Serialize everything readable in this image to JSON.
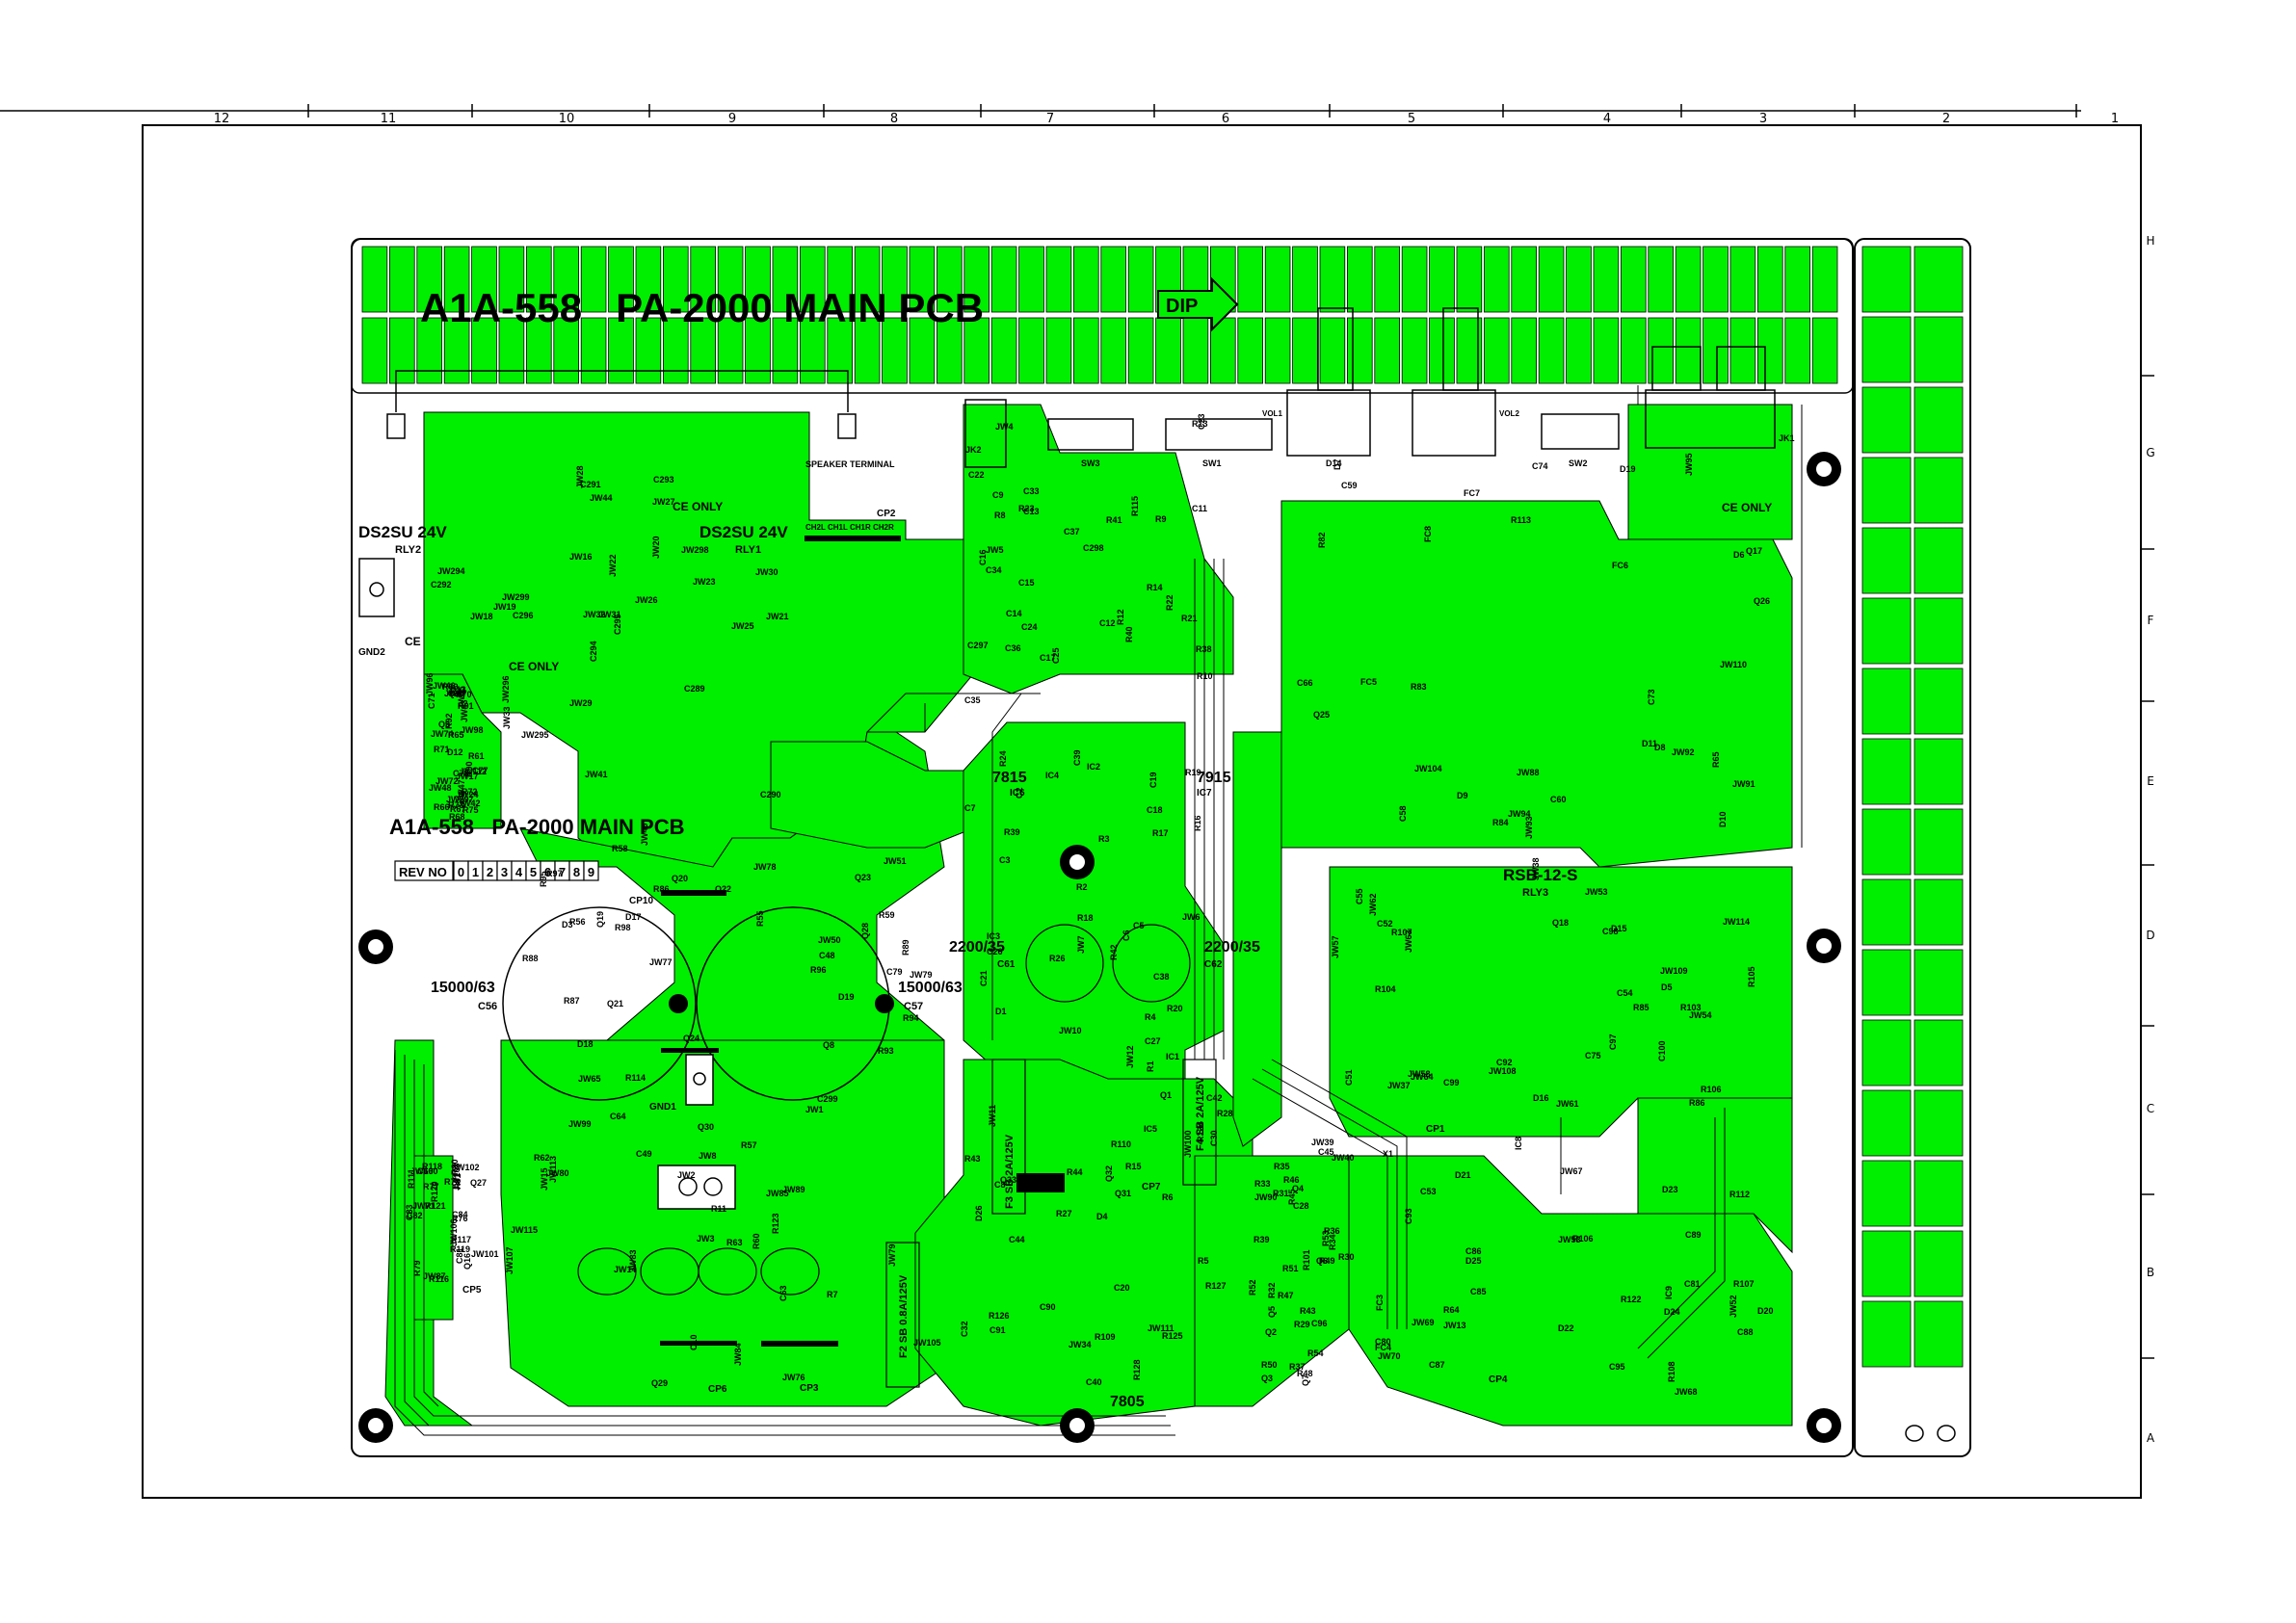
{
  "board": {
    "title_top": "A1A-558   PA-2000 MAIN PCB",
    "title_mid": "A1A-558   PA-2000 MAIN PCB",
    "dip_label": "DIP",
    "rev_label": "REV NO",
    "rev_digits": [
      "0",
      "1",
      "2",
      "3",
      "4",
      "5",
      "6",
      "7",
      "8",
      "9"
    ]
  },
  "grid": {
    "top_numbers": [
      "12",
      "11",
      "10",
      "9",
      "8",
      "7",
      "6",
      "5",
      "4",
      "3",
      "2",
      "1"
    ],
    "side_letters": [
      "H",
      "G",
      "F",
      "E",
      "D",
      "C",
      "B",
      "A"
    ]
  },
  "labels": {
    "relay_left": "DS2SU 24V",
    "relay_left_ref": "RLY2",
    "relay_mid": "DS2SU 24V",
    "relay_mid_ref": "RLY1",
    "speaker_terminal": "SPEAKER TERMINAL",
    "ce_only_1": "CE ONLY",
    "ce_only_2": "CE ONLY",
    "ce_only_3": "CE ONLY",
    "ce": "CE",
    "gnd2": "GND2",
    "gnd1": "GND1",
    "cap_big_left": "15000/63",
    "cap_big_left_ref": "C56",
    "cap_big_right": "15000/63",
    "cap_big_right_ref": "C57",
    "cap_mid_left": "2200/35",
    "cap_mid_left_ref": "C61",
    "cap_mid_right": "2200/35",
    "cap_mid_right_ref": "C62",
    "reg_7815": "7815",
    "reg_7815_ref": "IC6",
    "reg_7915": "7915",
    "reg_7915_ref": "IC7",
    "reg_7805": "7805",
    "relay_rsb": "RSB-12-S",
    "relay_rsb_ref": "RLY3",
    "fuse_f3": "F3 SB 2A/125V",
    "fuse_f4": "F4 SB 2A/125V",
    "fuse_f2": "F2 SB 0.8A/125V",
    "sw3": "SW3",
    "sw1": "SW1",
    "sw2": "SW2",
    "jk1": "JK1",
    "jk2": "JK2",
    "vol1": "VOL1",
    "vol2": "VOL2",
    "cp1": "CP1",
    "cp2": "CP2",
    "cp3": "CP3",
    "cp4": "CP4",
    "cp5": "CP5",
    "cp6": "CP6",
    "cp7": "CP7",
    "cp10": "CP10",
    "ch_labels": "CH2L CH1L CH1R CH2R"
  },
  "refs": [
    "C294",
    "C296",
    "JW17",
    "JW16",
    "C293",
    "JW296",
    "C295",
    "JW297",
    "JW18",
    "JW19",
    "JW20",
    "JW21",
    "JW22",
    "JW23",
    "JW24",
    "JW25",
    "JW26",
    "JW27",
    "JW28",
    "JW29",
    "JW30",
    "JW31",
    "JW32",
    "JW33",
    "JW295",
    "C290",
    "C289",
    "JW294",
    "JW299",
    "JW298",
    "C292",
    "C291",
    "JW41",
    "JW44",
    "JW43",
    "JW72",
    "JW42",
    "JW45",
    "JW46",
    "JW47",
    "D13",
    "R74",
    "Q9",
    "C71",
    "R70",
    "R71",
    "JW48",
    "JW98",
    "JW112",
    "JW97",
    "JW96",
    "R69",
    "R65",
    "R61",
    "R66",
    "R67",
    "R68",
    "D12",
    "R75",
    "C77",
    "Q10",
    "C78",
    "R72",
    "R73",
    "JW74",
    "R90",
    "R91",
    "R92",
    "R89",
    "Q20",
    "Q21",
    "C79",
    "Q23",
    "Q24",
    "R97",
    "R98",
    "JW49",
    "JW50",
    "JW51",
    "Q19",
    "R87",
    "R88",
    "R86",
    "Q22",
    "R93",
    "R94",
    "R95",
    "R96",
    "D17",
    "D18",
    "D19",
    "JW78",
    "JW79",
    "JW77",
    "D3",
    "C48",
    "R55",
    "R56",
    "Q8",
    "Q28",
    "R59",
    "R58",
    "Q29",
    "R60",
    "Q30",
    "C49",
    "R57",
    "R123",
    "JW115",
    "JW107",
    "JW80",
    "JW76",
    "JW65",
    "JW105",
    "JW84",
    "JW83",
    "JW85",
    "JW79",
    "C63",
    "C64",
    "R62",
    "R63",
    "JW15",
    "JW99",
    "JW113",
    "JW2",
    "JW3",
    "JW89",
    "JW8",
    "JW14",
    "C10",
    "R11",
    "R7",
    "JW1",
    "C299",
    "R114",
    "R115",
    "C298",
    "C297",
    "R40",
    "R38",
    "R23",
    "R21",
    "C37",
    "C36",
    "R41",
    "JW5",
    "C34",
    "C35",
    "C33",
    "C24",
    "C25",
    "JW4",
    "R22",
    "C22",
    "C23",
    "C15",
    "C9",
    "C16",
    "C12",
    "C11",
    "R12",
    "R8",
    "R14",
    "R10",
    "C14",
    "R9",
    "C13",
    "R13",
    "C17",
    "C18",
    "C5",
    "R3",
    "R4",
    "C6",
    "R1",
    "R2",
    "C3",
    "C2",
    "R39",
    "IC4",
    "R24",
    "IC3",
    "IC2",
    "IC1",
    "JW7",
    "JW6",
    "C39",
    "R42",
    "C38",
    "R26",
    "C27",
    "JW10",
    "JW12",
    "C26",
    "R16",
    "R17",
    "R19",
    "C19",
    "R20",
    "R18",
    "C21",
    "D1",
    "C7",
    "C8",
    "R5",
    "R6",
    "JW11",
    "R44",
    "R43",
    "R27",
    "JW100",
    "R28",
    "D26",
    "C20",
    "R124",
    "D4",
    "R125",
    "R126",
    "R127",
    "R128",
    "Q1",
    "Q31",
    "Q32",
    "Q33",
    "JW111",
    "IC5",
    "R109",
    "R110",
    "C90",
    "C91",
    "JW34",
    "R15",
    "C44",
    "C40",
    "C42",
    "C30",
    "C32",
    "C28",
    "C45",
    "R47",
    "R45",
    "R49",
    "R43",
    "R31",
    "R32",
    "R33",
    "R34",
    "R29",
    "R30",
    "JW40",
    "JW39",
    "C96",
    "R51",
    "R50",
    "R46",
    "R48",
    "R39",
    "R35",
    "R101",
    "Q7",
    "R54",
    "R52",
    "Q5",
    "Q6",
    "R53",
    "Q3",
    "R36",
    "Q4",
    "R37",
    "Q2",
    "JW90",
    "JW88",
    "JW91",
    "JW92",
    "JW93",
    "JW94",
    "D14",
    "C73",
    "Q17",
    "R82",
    "C74",
    "D19",
    "Q25",
    "Q26",
    "JW110",
    "R83",
    "R84",
    "JW95",
    "D6",
    "D7",
    "D8",
    "D9",
    "JW104",
    "D10",
    "D11",
    "FC5",
    "C60",
    "FC7",
    "C66",
    "R65",
    "R113",
    "C59",
    "C58",
    "FC8",
    "FC6",
    "R103",
    "R104",
    "R105",
    "R106",
    "R107",
    "C99",
    "C98",
    "C97",
    "C100",
    "C92",
    "JW114",
    "JW109",
    "JW108",
    "JW37",
    "JW38",
    "JW54",
    "JW53",
    "JW58",
    "JW57",
    "JW61",
    "JW62",
    "JW63",
    "JW64",
    "Q18",
    "C75",
    "R86",
    "D15",
    "D16",
    "R85",
    "D5",
    "C55",
    "C51",
    "C52",
    "C54",
    "C53",
    "JW52",
    "JW53",
    "JW13",
    "JW67",
    "JW68",
    "D22",
    "C80",
    "C81",
    "D25",
    "R108",
    "C89",
    "D23",
    "FC4",
    "FC3",
    "D21",
    "D20",
    "D24",
    "R107",
    "C88",
    "R64",
    "JW69",
    "C93",
    "C95",
    "JW70",
    "IC9",
    "C85",
    "R112",
    "C87",
    "IC8",
    "X1",
    "R106",
    "C86",
    "R122",
    "JW71",
    "JW66",
    "Q27",
    "C100",
    "R111",
    "JW87",
    "JW101",
    "JW102",
    "JW103",
    "JW106",
    "Q16",
    "R81",
    "R80",
    "R79",
    "R78",
    "R77",
    "R76",
    "R121",
    "R120",
    "R119",
    "R118",
    "R117",
    "R116",
    "C84",
    "C83",
    "C82",
    "C81"
  ]
}
